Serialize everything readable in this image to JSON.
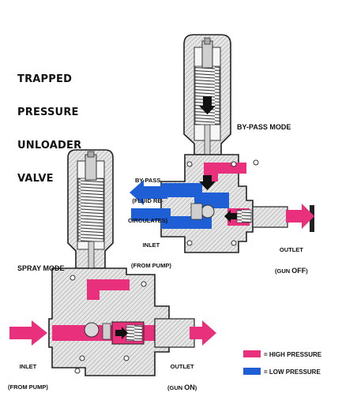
{
  "title_lines": [
    "TRAPPED",
    "PRESSURE",
    "UNLOADER",
    "VALVE"
  ],
  "modes": {
    "bypass": "BY-PASS MODE",
    "spray": "SPRAY MODE"
  },
  "bypass_labels": {
    "bypass_1": "BY-PASS",
    "bypass_2": "(FLUID RE-",
    "bypass_3": "CIRCULATES)",
    "inlet_1": "INLET",
    "inlet_2": "(FROM PUMP)",
    "outlet_1": "OUTLET",
    "outlet_2_pre": "(GUN ",
    "outlet_2_bold": "OFF",
    "outlet_2_post": ")"
  },
  "spray_labels": {
    "inlet_1": "INLET",
    "inlet_2": "(FROM PUMP)",
    "outlet_1": "OUTLET",
    "outlet_2_pre": "(GUN ",
    "outlet_2_bold": "ON",
    "outlet_2_post": ")"
  },
  "legend": [
    {
      "label": "= HIGH PRESSURE",
      "color": "#e8307c"
    },
    {
      "label": "= LOW PRESSURE",
      "color": "#1f5fd6"
    }
  ],
  "colors": {
    "high": "#e8307c",
    "low": "#1f5fd6",
    "body": "#d8d8d8",
    "dark": "#222222"
  }
}
